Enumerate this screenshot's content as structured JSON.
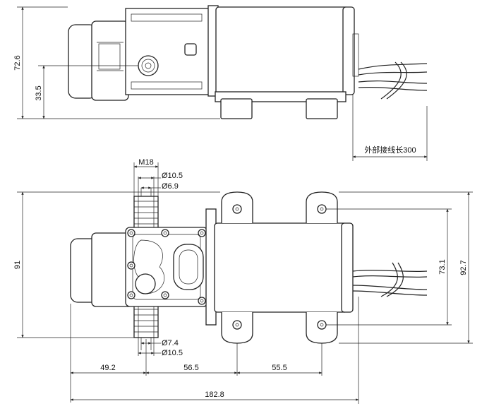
{
  "dimensions": {
    "side_height": "72.6",
    "side_axis_height": "33.5",
    "wire_length": "外部接线长300",
    "thread": "M18",
    "inlet_outer": "Ø10.5",
    "inlet_inner": "Ø6.9",
    "outlet_inner": "Ø7.4",
    "outlet_outer": "Ø10.5",
    "top_height": "91",
    "mount_spacing": "73.1",
    "overall_width": "92.7",
    "offset_left": "49.2",
    "offset_mid": "56.5",
    "offset_right": "55.5",
    "overall_length": "182.8"
  }
}
